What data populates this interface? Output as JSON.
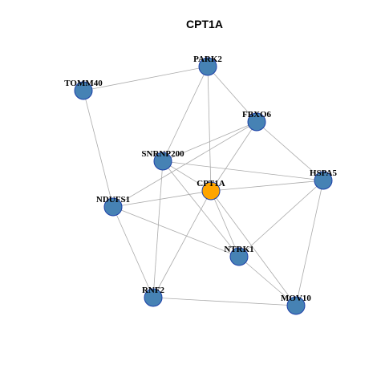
{
  "title": "CPT1A",
  "colors": {
    "center_node": "#FFA500",
    "neighbor_node": "#4682B4",
    "node_border": "#1C3FA8",
    "edge": "#AAAAAA"
  },
  "nodes": [
    {
      "id": "CPT1A",
      "label": "CPT1A",
      "role": "center"
    },
    {
      "id": "PARK2",
      "label": "PARK2",
      "role": "neighbor"
    },
    {
      "id": "TOMM40",
      "label": "TOMM40",
      "role": "neighbor"
    },
    {
      "id": "FBXO6",
      "label": "FBXO6",
      "role": "neighbor"
    },
    {
      "id": "SNRNP200",
      "label": "SNRNP200",
      "role": "neighbor"
    },
    {
      "id": "HSPA5",
      "label": "HSPA5",
      "role": "neighbor"
    },
    {
      "id": "NDUFS1",
      "label": "NDUFS1",
      "role": "neighbor"
    },
    {
      "id": "NTRK1",
      "label": "NTRK1",
      "role": "neighbor"
    },
    {
      "id": "RNF2",
      "label": "RNF2",
      "role": "neighbor"
    },
    {
      "id": "MOV10",
      "label": "MOV10",
      "role": "neighbor"
    }
  ],
  "edges": [
    [
      "TOMM40",
      "PARK2"
    ],
    [
      "TOMM40",
      "NDUFS1"
    ],
    [
      "PARK2",
      "SNRNP200"
    ],
    [
      "PARK2",
      "CPT1A"
    ],
    [
      "PARK2",
      "FBXO6"
    ],
    [
      "FBXO6",
      "SNRNP200"
    ],
    [
      "FBXO6",
      "CPT1A"
    ],
    [
      "FBXO6",
      "HSPA5"
    ],
    [
      "FBXO6",
      "NDUFS1"
    ],
    [
      "SNRNP200",
      "CPT1A"
    ],
    [
      "SNRNP200",
      "NTRK1"
    ],
    [
      "SNRNP200",
      "RNF2"
    ],
    [
      "SNRNP200",
      "HSPA5"
    ],
    [
      "CPT1A",
      "NDUFS1"
    ],
    [
      "CPT1A",
      "HSPA5"
    ],
    [
      "CPT1A",
      "NTRK1"
    ],
    [
      "CPT1A",
      "RNF2"
    ],
    [
      "CPT1A",
      "MOV10"
    ],
    [
      "NDUFS1",
      "NTRK1"
    ],
    [
      "NDUFS1",
      "RNF2"
    ],
    [
      "HSPA5",
      "NTRK1"
    ],
    [
      "HSPA5",
      "MOV10"
    ],
    [
      "NTRK1",
      "MOV10"
    ],
    [
      "RNF2",
      "MOV10"
    ]
  ]
}
